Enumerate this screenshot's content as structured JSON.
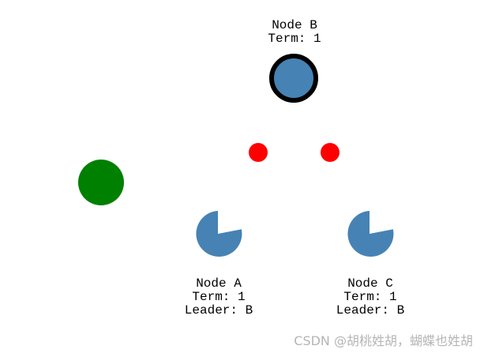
{
  "nodes": {
    "b": {
      "name": "Node B",
      "term": "Term: 1",
      "role": "leader"
    },
    "a": {
      "name": "Node A",
      "term": "Term: 1",
      "leader": "Leader: B"
    },
    "c": {
      "name": "Node C",
      "term": "Term: 1",
      "leader": "Leader: B"
    }
  },
  "client": {
    "color": "#008000"
  },
  "messages": {
    "color": "#ff0000",
    "count": 2
  },
  "colors": {
    "node_fill": "#4682b4",
    "leader_outline": "#000000",
    "text": "#000000"
  },
  "watermark": {
    "text": "CSDN @胡桃姓胡，蝴蝶也姓胡"
  }
}
